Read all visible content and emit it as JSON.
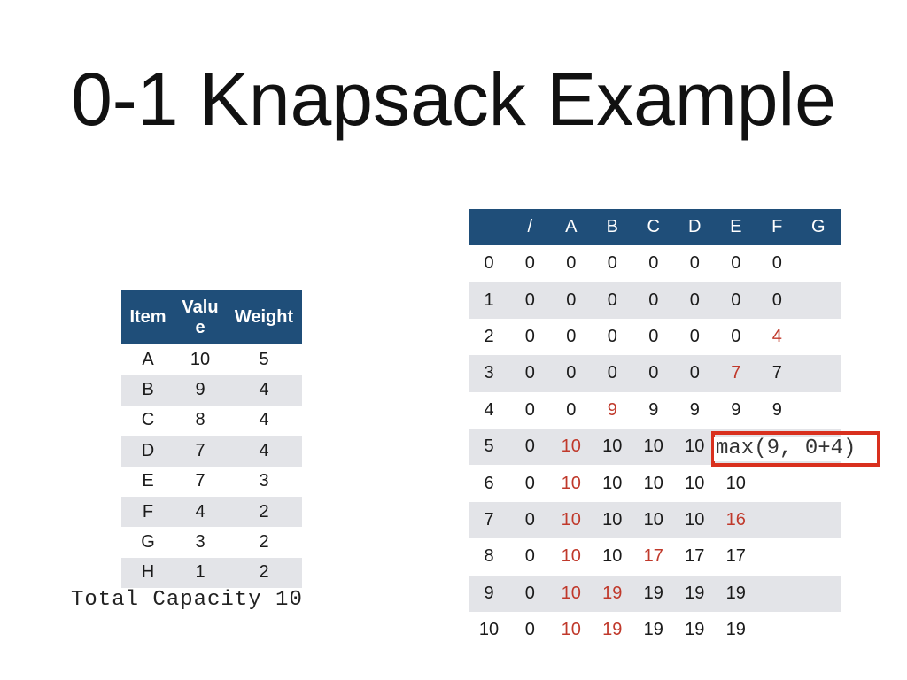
{
  "title": "0-1 Knapsack Example",
  "items_table": {
    "headers": [
      "Item",
      "Valu e",
      "Weight"
    ],
    "rows": [
      [
        "A",
        "10",
        "5"
      ],
      [
        "B",
        "9",
        "4"
      ],
      [
        "C",
        "8",
        "4"
      ],
      [
        "D",
        "7",
        "4"
      ],
      [
        "E",
        "7",
        "3"
      ],
      [
        "F",
        "4",
        "2"
      ],
      [
        "G",
        "3",
        "2"
      ],
      [
        "H",
        "1",
        "2"
      ]
    ]
  },
  "capacity_text": "Total Capacity 10",
  "dp_table": {
    "headers": [
      "",
      "/",
      "A",
      "B",
      "C",
      "D",
      "E",
      "F",
      "G"
    ],
    "rows": [
      [
        "0",
        "0",
        "0",
        "0",
        "0",
        "0",
        "0",
        "0"
      ],
      [
        "1",
        "0",
        "0",
        "0",
        "0",
        "0",
        "0",
        "0"
      ],
      [
        "2",
        "0",
        "0",
        "0",
        "0",
        "0",
        "0",
        "4"
      ],
      [
        "3",
        "0",
        "0",
        "0",
        "0",
        "0",
        "7",
        "7"
      ],
      [
        "4",
        "0",
        "0",
        "9",
        "9",
        "9",
        "9",
        "9"
      ],
      [
        "5",
        "0",
        "10",
        "10",
        "10",
        "10",
        "",
        ""
      ],
      [
        "6",
        "0",
        "10",
        "10",
        "10",
        "10",
        "10",
        ""
      ],
      [
        "7",
        "0",
        "10",
        "10",
        "10",
        "10",
        "16",
        ""
      ],
      [
        "8",
        "0",
        "10",
        "10",
        "17",
        "17",
        "17",
        ""
      ],
      [
        "9",
        "0",
        "10",
        "19",
        "19",
        "19",
        "19",
        ""
      ],
      [
        "10",
        "0",
        "10",
        "19",
        "19",
        "19",
        "19",
        ""
      ]
    ],
    "highlight_color": "#c0392b",
    "red_cells": [
      [
        2,
        7
      ],
      [
        3,
        6
      ],
      [
        4,
        3
      ],
      [
        5,
        2
      ],
      [
        6,
        2
      ],
      [
        7,
        2
      ],
      [
        7,
        6
      ],
      [
        8,
        2
      ],
      [
        8,
        4
      ],
      [
        9,
        2
      ],
      [
        9,
        3
      ],
      [
        10,
        2
      ],
      [
        10,
        3
      ]
    ]
  },
  "annotation": {
    "text": "max(9, 0+4)",
    "border_color": "#d9301e"
  }
}
